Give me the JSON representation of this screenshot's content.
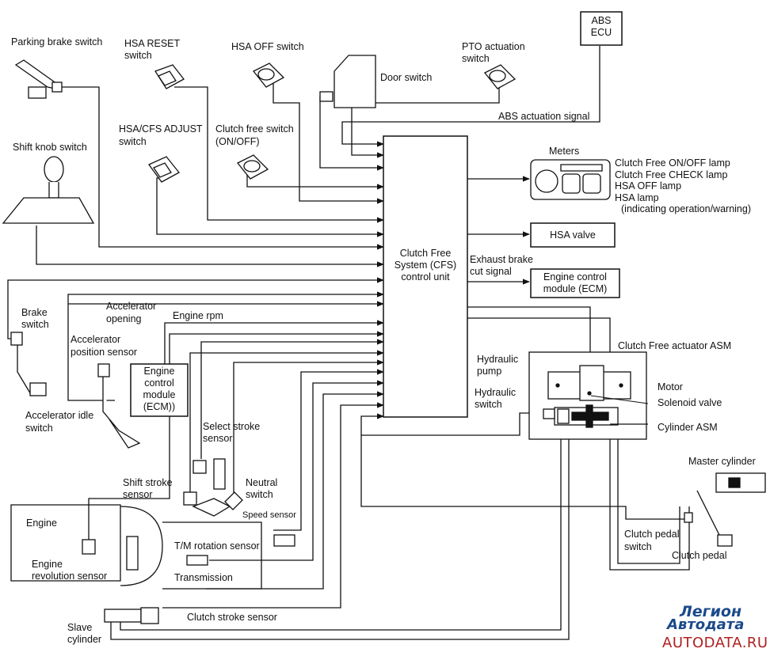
{
  "labels": {
    "parking_brake_switch": "Parking brake switch",
    "hsa_reset_switch_1": "HSA RESET",
    "hsa_reset_switch_2": "switch",
    "hsa_off_switch": "HSA OFF switch",
    "pto_switch_1": "PTO actuation",
    "pto_switch_2": "switch",
    "door_switch": "Door switch",
    "abs_ecu_1": "ABS",
    "abs_ecu_2": "ECU",
    "abs_signal": "ABS actuation signal",
    "shift_knob_switch": "Shift knob switch",
    "hsa_cfs_adjust_1": "HSA/CFS ADJUST",
    "hsa_cfs_adjust_2": "switch",
    "clutch_free_switch_1": "Clutch free switch",
    "clutch_free_switch_2": "(ON/OFF)",
    "meters": "Meters",
    "meter_lamp_1": "Clutch Free ON/OFF lamp",
    "meter_lamp_2": "Clutch Free CHECK lamp",
    "meter_lamp_3": "HSA OFF lamp",
    "meter_lamp_4": "HSA lamp",
    "meter_lamp_5": "(indicating operation/warning)",
    "hsa_valve": "HSA valve",
    "cfs_unit_1": "Clutch Free",
    "cfs_unit_2": "System (CFS)",
    "cfs_unit_3": "control unit",
    "exhaust_1": "Exhaust brake",
    "exhaust_2": "cut signal",
    "ecm_right_1": "Engine control",
    "ecm_right_2": "module (ECM)",
    "brake_switch_1": "Brake",
    "brake_switch_2": "switch",
    "accel_opening_1": "Accelerator",
    "accel_opening_2": "opening",
    "engine_rpm": "Engine rpm",
    "accel_pos_1": "Accelerator",
    "accel_pos_2": "position sensor",
    "ecm_left_1": "Engine",
    "ecm_left_2": "control",
    "ecm_left_3": "module",
    "ecm_left_4": "(ECM))",
    "accel_idle_1": "Accelerator idle",
    "accel_idle_2": "switch",
    "actuator_asm": "Clutch Free actuator ASM",
    "hyd_pump_1": "Hydraulic",
    "hyd_pump_2": "pump",
    "hyd_switch_1": "Hydraulic",
    "hyd_switch_2": "switch",
    "motor": "Motor",
    "solenoid": "Solenoid valve",
    "cylinder_asm": "Cylinder ASM",
    "select_stroke_1": "Select stroke",
    "select_stroke_2": "sensor",
    "shift_stroke_1": "Shift stroke",
    "shift_stroke_2": "sensor",
    "neutral_1": "Neutral",
    "neutral_2": "switch",
    "speed_sensor": "Speed sensor",
    "engine": "Engine",
    "engine_rev_1": "Engine",
    "engine_rev_2": "revolution sensor",
    "tm_rotation": "T/M rotation sensor",
    "transmission": "Transmission",
    "master_cyl": "Master cylinder",
    "clutch_pedal_sw_1": "Clutch pedal",
    "clutch_pedal_sw_2": "switch",
    "clutch_pedal": "Clutch pedal",
    "clutch_stroke": "Clutch stroke sensor",
    "slave_1": "Slave",
    "slave_2": "cylinder"
  },
  "watermark": {
    "brand": "Легион",
    "brand2": "Автодата",
    "site": "AUTODATA.RU"
  },
  "colors": {
    "line": "#111111",
    "watermark_blue": "#1b4a8a",
    "watermark_red": "#b02020"
  }
}
